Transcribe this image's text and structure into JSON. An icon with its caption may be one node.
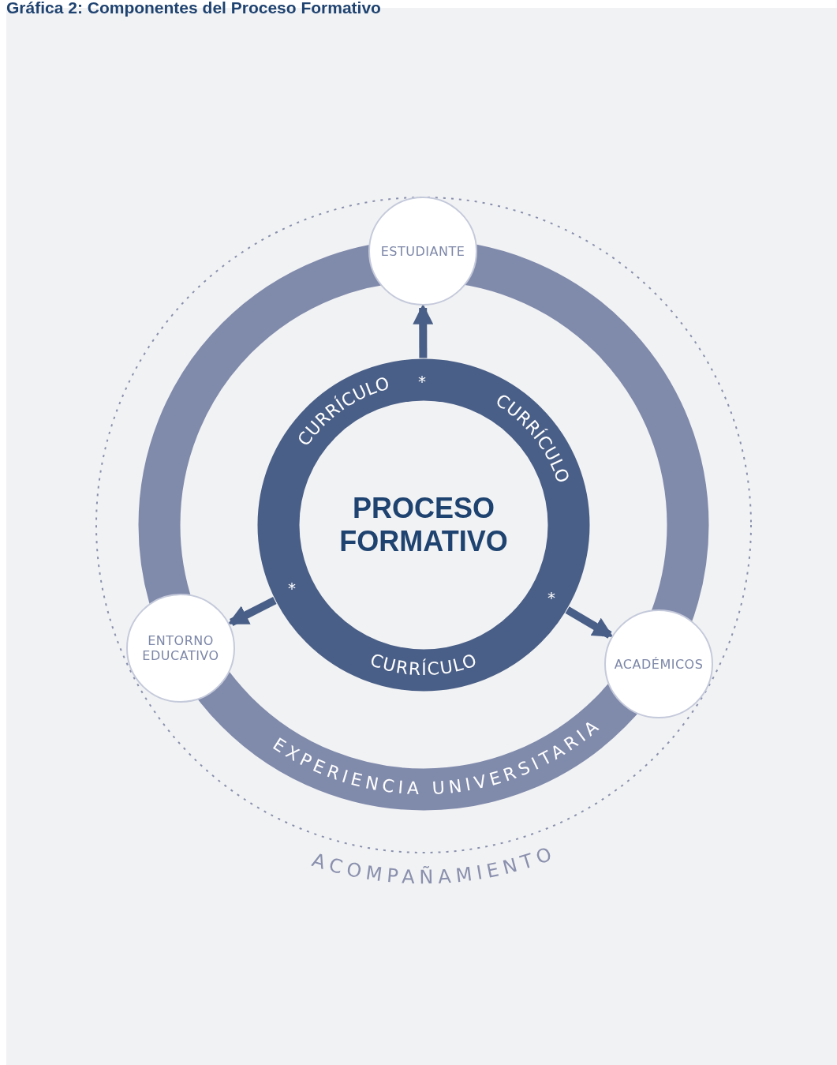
{
  "diagram": {
    "title": "Gráfica 2: Componentes del Proceso Formativo",
    "nodes": [
      {
        "text": [
          "ACOMPAÑAMIENTO"
        ]
      },
      {
        "text": [
          "EXPERIENCIA UNIVERSITARIA"
        ],
        "in": 0
      },
      {
        "text": [
          "PROCESO FORMATIVO",
          "CURRÍCULO",
          "CURRÍCULO",
          "CURRÍCULO"
        ],
        "in": 1
      },
      {
        "text": [
          "ESTUDIANTE"
        ],
        "in": 0
      },
      {
        "text": [
          "ENTORNO EDUCATIVO"
        ],
        "in": 0
      },
      {
        "text": [
          "ACADÉMICOS"
        ],
        "in": 0
      }
    ],
    "edges": [
      {
        "from": 2,
        "to": 3,
        "arrow": "to"
      },
      {
        "from": 2,
        "to": 4,
        "arrow": "to"
      },
      {
        "from": 2,
        "to": 5,
        "arrow": "to"
      }
    ],
    "labels": [
      "*",
      "*",
      "*"
    ]
  }
}
